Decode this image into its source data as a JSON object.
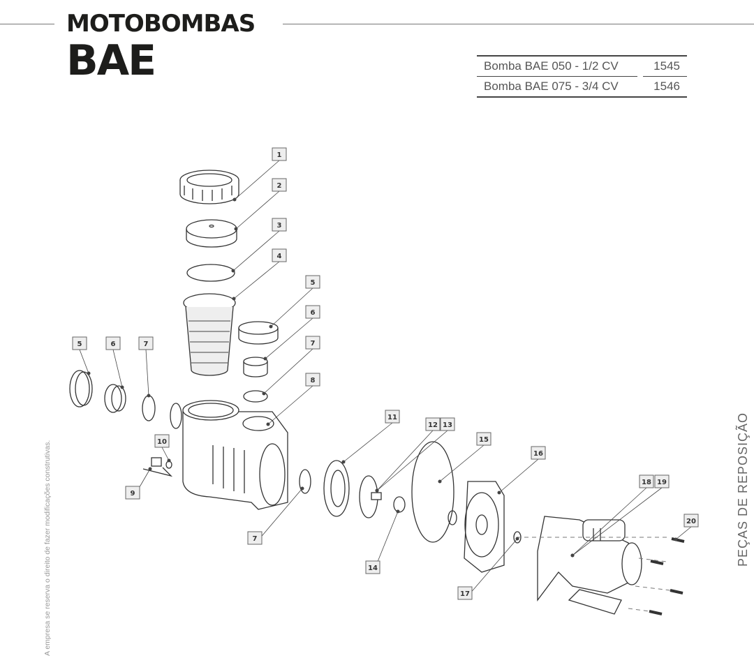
{
  "header": {
    "line1": "MOTOBOMBAS",
    "line2": "BAE"
  },
  "models": [
    {
      "name": "Bomba BAE 050 - 1/2 CV",
      "code": "1545"
    },
    {
      "name": "Bomba BAE 075 - 3/4 CV",
      "code": "1546"
    }
  ],
  "disclaimer": "A empresa se reserva o direito de fazer modificações construtivas.",
  "section_label": "PEÇAS DE REPOSIÇÃO",
  "callouts": [
    "1",
    "2",
    "3",
    "4",
    "5",
    "6",
    "7",
    "8",
    "5",
    "6",
    "7",
    "10",
    "9",
    "11",
    "12",
    "13",
    "15",
    "16",
    "18",
    "19",
    "20",
    "7",
    "14",
    "17"
  ]
}
